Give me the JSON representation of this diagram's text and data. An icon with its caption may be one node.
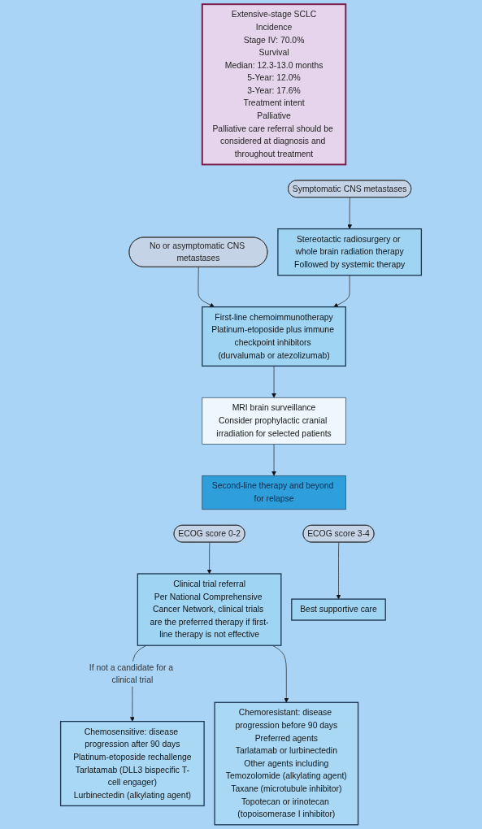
{
  "diagram": {
    "nodes": [
      {
        "text": [
          "Extensive-stage SCLC",
          "Incidence",
          "Stage IV: 70.0%",
          "Survival",
          "Median: 12.3-13.0 months",
          "5-Year: 12.0%",
          "3-Year: 17.6%",
          "Treatment intent",
          "Palliative",
          "Palliative care referral should be considered at diagnosis and throughout treatment"
        ]
      },
      {
        "text": [
          "No or asymptomatic CNS metastases"
        ]
      },
      {
        "text": [
          "Symptomatic CNS metastases"
        ]
      },
      {
        "text": [
          "First-line chemoimmunotherapy",
          "Platinum-etoposide plus immune checkpoint inhibitors (durvalumab or atezolizumab)"
        ]
      },
      {
        "text": [
          "Stereotactic radiosurgery or whole brain radiation therapy",
          "Followed by systemic therapy"
        ]
      },
      {
        "text": [
          "MRI brain surveillance",
          "Consider prophylactic cranial irradiation for selected patients"
        ]
      },
      {
        "text": [
          "Second-line therapy and beyond for relapse"
        ]
      },
      {
        "text": [
          "ECOG score 0-2"
        ]
      },
      {
        "text": [
          "ECOG score 3-4"
        ]
      },
      {
        "text": [
          "Clinical trial referral",
          "Per National Comprehensive Cancer Network, clinical trials are the preferred therapy if first-line therapy is not effective"
        ]
      },
      {
        "text": [
          "Best supportive care"
        ]
      },
      {
        "text": [
          "Chemosensitive: disease progression after 90 days",
          "Platinum-etoposide rechallenge",
          "Tarlatamab (DLL3 bispecific T-cell engager)",
          "Lurbinectedin (alkylating agent)"
        ]
      },
      {
        "text": [
          "Chemoresistant: disease progression before 90 days",
          "Preferred agents",
          "Tarlatamab or lurbinectedin",
          "Other agents including",
          "Temozolomide (alkylating agent)",
          "Taxane (microtubule inhibitor)",
          "Topotecan or irinotecan (topoisomerase I inhibitor)"
        ]
      }
    ],
    "edges": [
      {
        "from": 1,
        "to": 3,
        "arrow": "to"
      },
      {
        "from": 2,
        "to": 4,
        "arrow": "to"
      },
      {
        "from": 4,
        "to": 3,
        "arrow": "to"
      },
      {
        "from": 3,
        "to": 5,
        "arrow": "to"
      },
      {
        "from": 5,
        "to": 6,
        "arrow": "to"
      },
      {
        "from": 7,
        "to": 9,
        "arrow": "to"
      },
      {
        "from": 8,
        "to": 10,
        "arrow": "to"
      },
      {
        "from": 9,
        "to": 11,
        "arrow": "to",
        "label": "If not a candidate for a clinical trial"
      },
      {
        "from": 9,
        "to": 12,
        "arrow": "to"
      }
    ]
  }
}
